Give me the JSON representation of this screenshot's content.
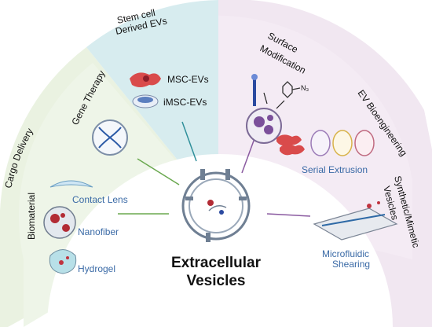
{
  "sections": {
    "cargo_delivery": "Cargo Delivery",
    "gene_therapy": "Gene Therapy",
    "biomaterial": "Biomaterial",
    "stem_cell_line1": "Stem cell",
    "stem_cell_line2": "Derived EVs",
    "surface_line1": "Surface",
    "surface_line2": "Modification",
    "ev_bioengineering": "EV Bioengineering",
    "synthetic_line1": "Synthetic/Mimetic",
    "synthetic_line2": "Vesicles"
  },
  "items": {
    "msc_evs": "MSC-EVs",
    "imsc_evs": "iMSC-EVs",
    "contact_lens": "Contact Lens",
    "nanofiber": "Nanofiber",
    "hydrogel": "Hydrogel",
    "serial_extrusion": "Serial Extrusion",
    "microfluidic_line1": "Microfluidic",
    "microfluidic_line2": "Shearing",
    "n3_label": "N₃"
  },
  "center": {
    "title_line1": "Extracellular",
    "title_line2": "Vesicles"
  },
  "colors": {
    "green_region": "#eaf2e1",
    "teal_region": "#d7ecef",
    "pink_region": "#f1e7f1",
    "item_blue": "#3a6aa6"
  }
}
